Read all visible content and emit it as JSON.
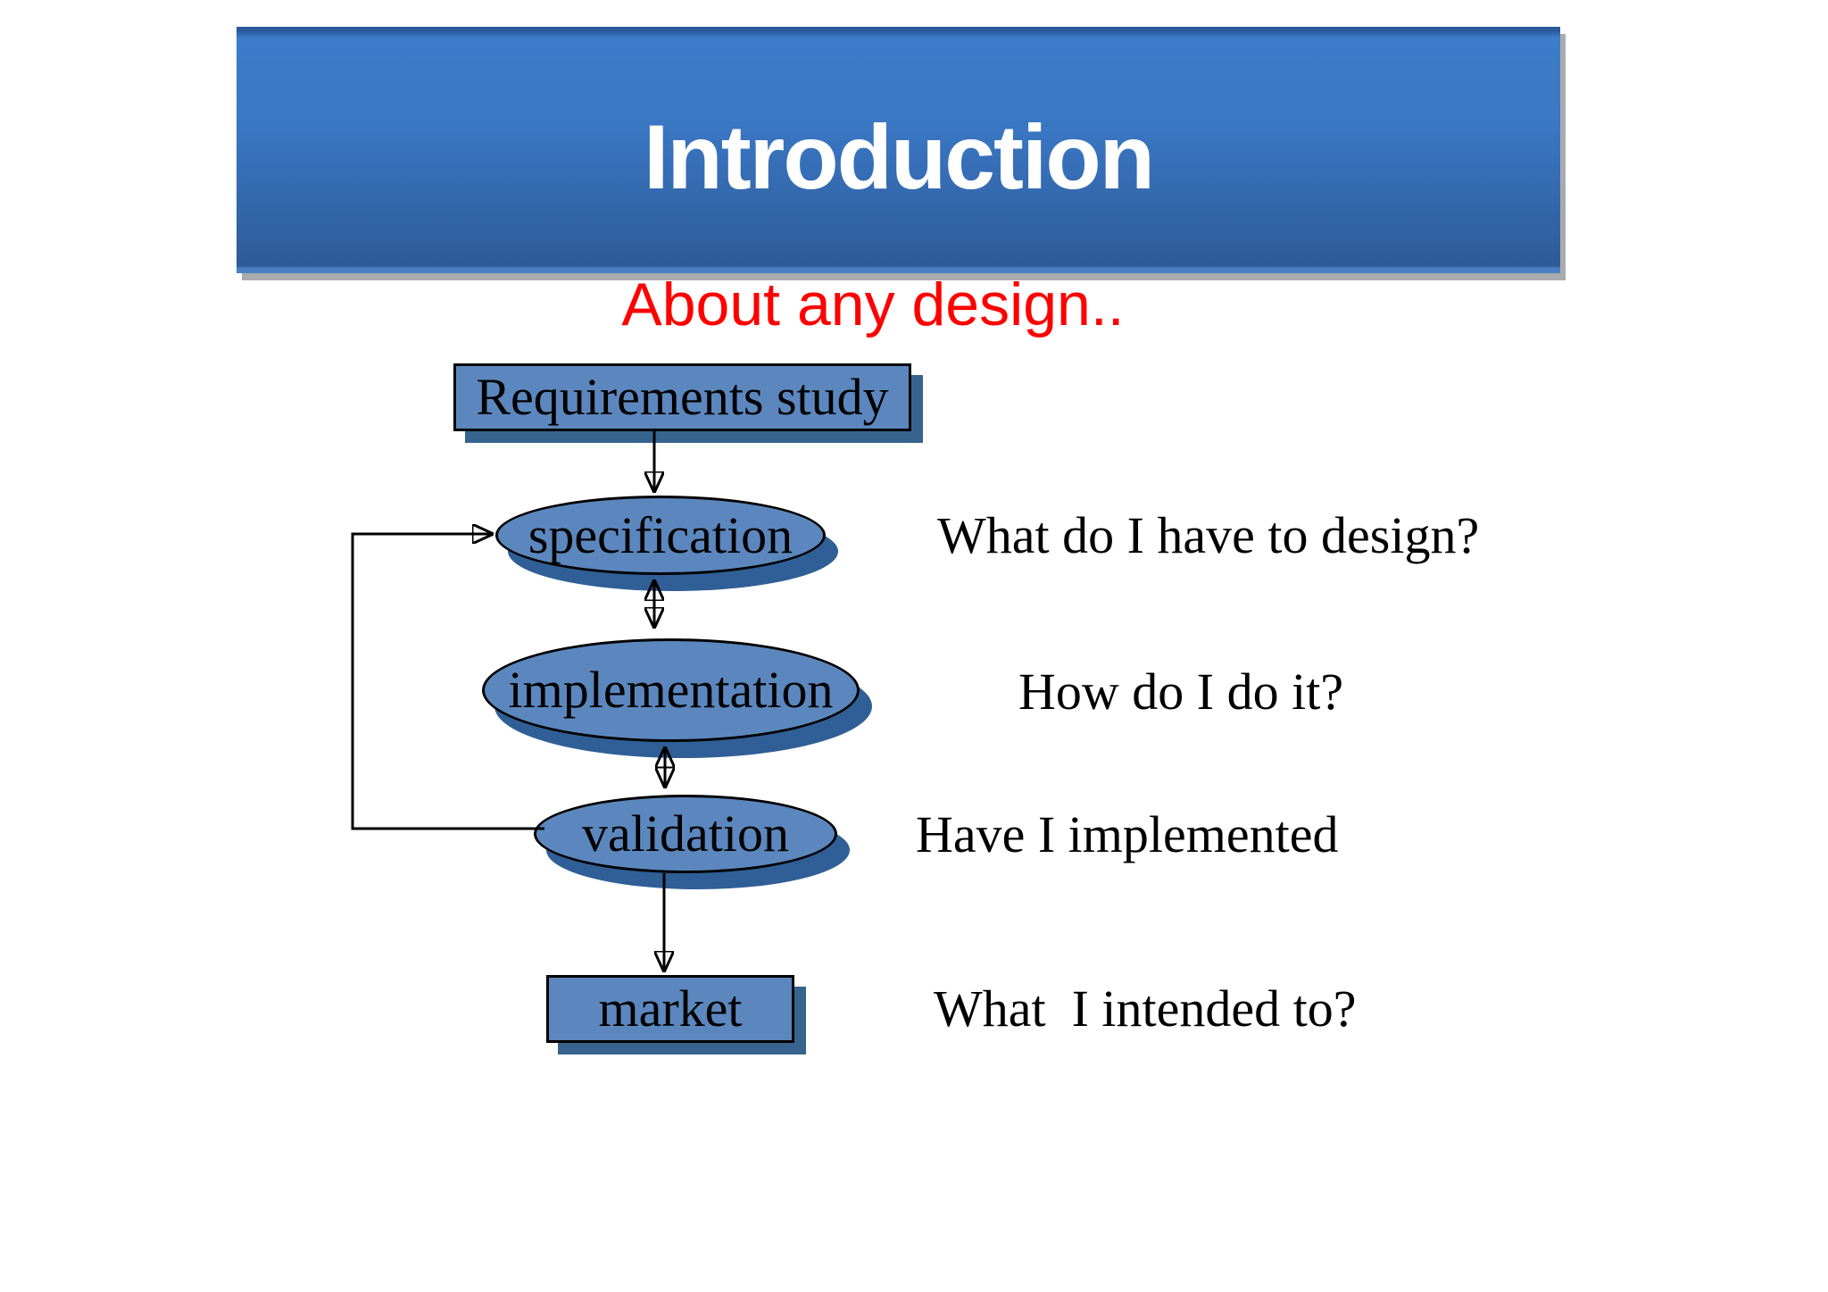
{
  "slide": {
    "title": "Introduction",
    "subtitle": "About any design.."
  },
  "flowchart": {
    "nodes": [
      {
        "id": "requirements-study",
        "label": "Requirements study",
        "shape": "rectangle"
      },
      {
        "id": "specification",
        "label": "specification",
        "shape": "ellipse"
      },
      {
        "id": "implementation",
        "label": "implementation",
        "shape": "ellipse"
      },
      {
        "id": "validation",
        "label": "validation",
        "shape": "ellipse"
      },
      {
        "id": "market",
        "label": "market",
        "shape": "rectangle"
      }
    ],
    "edges": [
      {
        "from": "requirements-study",
        "to": "specification",
        "style": "arrow"
      },
      {
        "from": "specification",
        "to": "implementation",
        "style": "double-arrow"
      },
      {
        "from": "implementation",
        "to": "validation",
        "style": "double-arrow"
      },
      {
        "from": "validation",
        "to": "market",
        "style": "arrow"
      },
      {
        "from": "validation",
        "to": "specification",
        "style": "feedback-arrow"
      }
    ]
  },
  "annotations": [
    {
      "text": "What do I have to design?"
    },
    {
      "text": "How do I do it?"
    },
    {
      "text": "Have I implemented"
    },
    {
      "text": "What  I intended to?"
    }
  ],
  "colors": {
    "banner_gradient_top": "#3d7cca",
    "banner_gradient_bottom": "#2e5b99",
    "banner_shadow": "#a9abae",
    "title_text": "#ffffff",
    "subtitle_text": "#ff0000",
    "node_fill": "#5b87be",
    "node_border": "#000000",
    "node_shadow": "#2f5f96",
    "connector": "#000000",
    "body_text": "#000000"
  }
}
